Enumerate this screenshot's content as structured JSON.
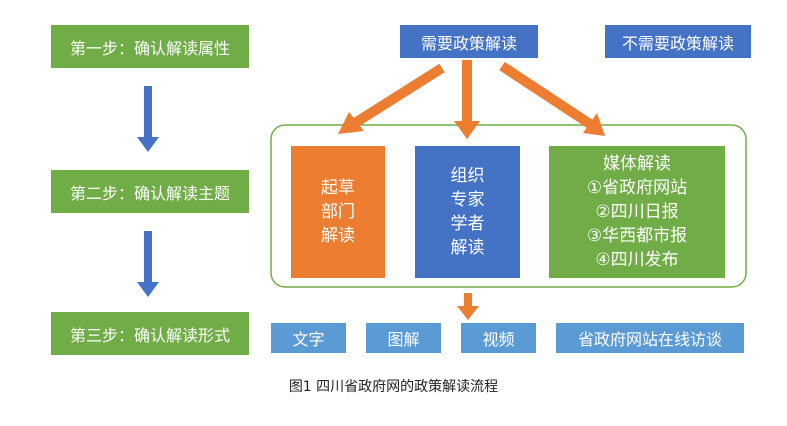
{
  "steps": [
    "第一步：确认解读属性",
    "第二步：确认解读主题",
    "第三步：确认解读形式"
  ],
  "top": {
    "need": "需要政策解读",
    "no_need": "不需要政策解读"
  },
  "columns": {
    "draft": [
      "起草",
      "部门",
      "解读"
    ],
    "experts": [
      "组织",
      "专家",
      "学者",
      "解读"
    ],
    "media": [
      "媒体解读",
      "①省政府网站",
      "②四川日报",
      "③华西都市报",
      "④四川发布"
    ]
  },
  "formats": [
    "文字",
    "图解",
    "视频",
    "省政府网站在线访谈"
  ],
  "caption": "图1   四川省政府网的政策解读流程",
  "colors": {
    "green": "#70ad47",
    "blue": "#4472c4",
    "orange": "#ed7d31",
    "light_blue": "#5b9bd5",
    "frame": "#70ad47",
    "down_arrow": "#4472c4"
  }
}
